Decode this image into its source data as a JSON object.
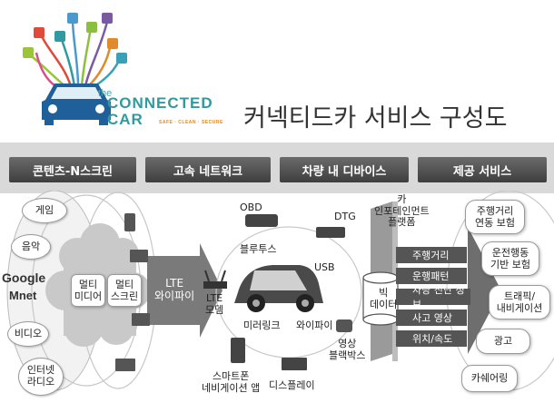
{
  "header": {
    "logo": {
      "the": "the",
      "line1": "CONNECTED",
      "line2": "CAR",
      "tagline": "SAFE · CLEAN · SECURE"
    },
    "title": "커넥티드카 서비스 구성도",
    "colors": {
      "teal": "#2f9aa0",
      "orange": "#e08a2a"
    }
  },
  "categories": [
    "콘텐츠-N스크린",
    "고속 네트워크",
    "차량 내 디바이스",
    "제공 서비스"
  ],
  "content": {
    "left_items": [
      "게임",
      "음악",
      "Google",
      "Mnet",
      "비디오",
      "인터넷\n라디오"
    ],
    "cloud_items": [
      "멀티\n미디어",
      "멀티\n스크린"
    ]
  },
  "network": {
    "lte": "LTE\n와이파이"
  },
  "devices": {
    "obd": "OBD",
    "dtg": "DTG",
    "bluetooth": "블루투스",
    "usb": "USB",
    "lte_modem": "LTE\n모뎀",
    "mirror_link": "미러링크",
    "wifi": "와이파이",
    "blackbox": "영상\n블랙박스",
    "smartphone_nav": "스마트폰\n네비게이션 앱",
    "display": "디스플레이"
  },
  "platform": {
    "title": "카\n인포테인먼트\n플랫폼",
    "bigdata": "빅\n데이터",
    "data_rows": [
      "주행거리",
      "운행패턴",
      "차량 진단 정보",
      "사고 영상",
      "위치/속도"
    ]
  },
  "services": [
    "주행거리\n연동 보험",
    "운전행동\n기반 보험",
    "트래픽/\n내비게이션",
    "광고",
    "카쉐어링"
  ]
}
